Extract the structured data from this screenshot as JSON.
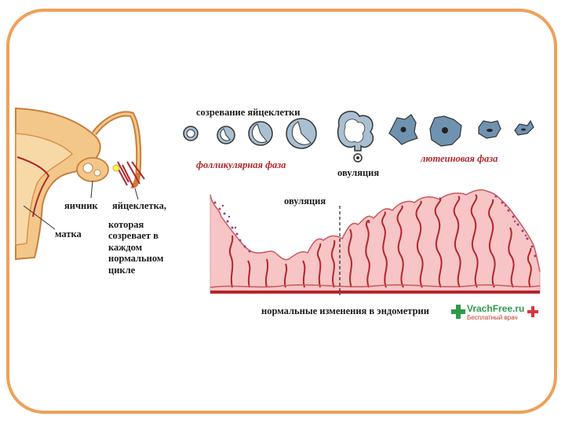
{
  "labels": {
    "egg_maturation": "созревание яйцеклетки",
    "follicular_phase": "фолликулярная фаза",
    "ovulation_top": "овуляция",
    "luteal_phase": "лютеиновая фаза",
    "ovary": "яичник",
    "egg_cell": "яйцеклетка,",
    "egg_cell_description": "которая созревает в каждом нормальном цикле",
    "uterus": "матка",
    "ovulation_endometrium": "овуляция",
    "endometrium_caption": "нормальные изменения в эндометрии"
  },
  "watermark": {
    "title": "VrachFree.ru",
    "subtitle": "Бесплатный врач"
  },
  "colors": {
    "frame": "#f0a058",
    "tissue": "#f7c5c5",
    "gland": "#b3262c",
    "follicle": "#7e9fba",
    "label_red": "#b3262c"
  },
  "icons": [
    "cross-icon"
  ]
}
